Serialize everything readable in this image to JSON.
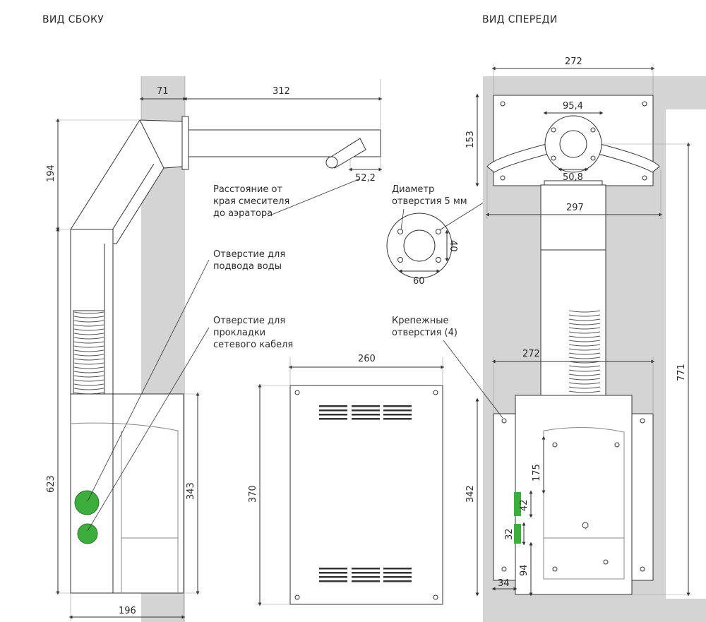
{
  "titles": {
    "side_view": "ВИД СБОКУ",
    "front_view": "ВИД СПЕРЕДИ"
  },
  "dimensions": {
    "side_wall_offset": "71",
    "side_spout_length": "312",
    "side_upper_height": "194",
    "side_aerator": "52,2",
    "side_lower_height": "623",
    "side_box_height": "343",
    "side_depth": "196",
    "panel_width": "260",
    "panel_height": "370",
    "front_plate_width": "272",
    "front_plate_height": "153",
    "front_flange": "95,4",
    "front_pipe": "50,8",
    "front_arms_span": "297",
    "flange_hole_spacing_v": "40",
    "flange_hole_spacing_h": "60",
    "front_total_height": "771",
    "front_mount_width": "272",
    "front_mount_height": "342",
    "front_175": "175",
    "front_42": "42",
    "front_32": "32",
    "front_94": "94",
    "front_34": "34"
  },
  "callouts": {
    "aerator_distance": [
      "Расстояние от",
      "края смесителя",
      "до аэратора"
    ],
    "water_inlet": [
      "Отверстие для",
      "подвода воды"
    ],
    "cable_hole": [
      "Отверстие для",
      "прокладки",
      "сетевого кабеля"
    ],
    "hole_diameter": [
      "Диаметр",
      "отверстия 5 мм"
    ],
    "mount_holes": [
      "Крепежные",
      "отверстия (4)"
    ]
  },
  "colors": {
    "wall": "#d4d4d4",
    "line": "#333333",
    "green": "#3dae3d"
  }
}
